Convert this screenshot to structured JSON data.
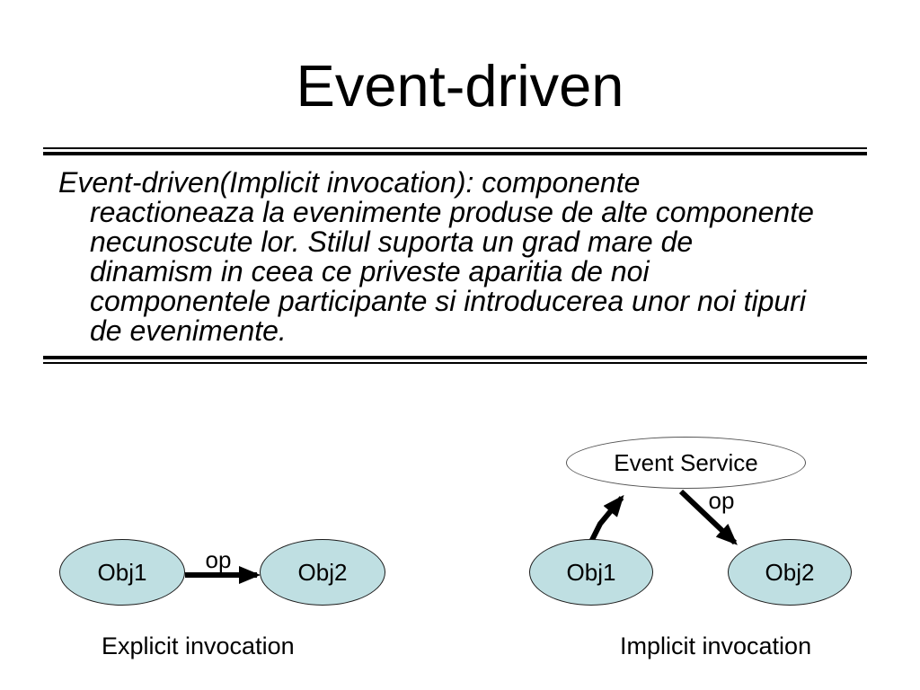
{
  "slide": {
    "title": "Event-driven",
    "body_lines": [
      "Event-driven(Implicit invocation): componente",
      "reactioneaza la evenimente produse de alte componente",
      "necunoscute lor. Stilul suporta un grad mare de",
      "dinamism in ceea ce priveste aparitia de noi",
      "componentele participante si introducerea unor noi tipuri",
      "de evenimente."
    ],
    "explicit_diagram": {
      "obj1_label": "Obj1",
      "obj2_label": "Obj2",
      "op_label": "op",
      "caption": "Explicit invocation"
    },
    "implicit_diagram": {
      "event_service_label": "Event Service",
      "obj1_label": "Obj1",
      "obj2_label": "Obj2",
      "op_label": "op",
      "caption": "Implicit invocation"
    },
    "colors": {
      "background": "#ffffff",
      "text": "#000000",
      "arrow": "#000000",
      "ellipse-fill": "#bfdfe2"
    }
  }
}
